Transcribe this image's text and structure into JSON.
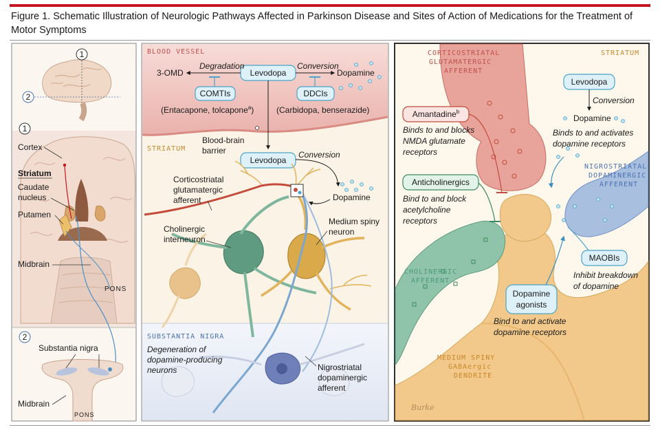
{
  "caption": "Figure 1. Schematic Illustration of Neurologic Pathways Affected in Parkinson Disease and Sites of Action of Medications for the Treatment of Motor Symptoms",
  "left_panel": {
    "marker_1": "1",
    "marker_2": "2",
    "cortex": "Cortex",
    "striatum": "Striatum",
    "caudate_1": "Caudate",
    "caudate_2": "nucleus",
    "putamen": "Putamen",
    "midbrain": "Midbrain",
    "pons": "PONS",
    "substantia_nigra": "Substantia nigra",
    "midbrain_2": "Midbrain",
    "pons_2": "PONS"
  },
  "middle_panel": {
    "blood_vessel": "BLOOD VESSEL",
    "levodopa": "Levodopa",
    "degradation": "Degradation",
    "conversion": "Conversion",
    "omd": "3-OMD",
    "dopamine": "Dopamine",
    "comtis": "COMTIs",
    "ddcis": "DDCIs",
    "comtis_drugs": "(Entacapone, tolcapone",
    "comtis_sup": "a",
    "comtis_close": ")",
    "ddcis_drugs": "(Carbidopa, benserazide)",
    "bbb_1": "Blood-brain",
    "bbb_2": "barrier",
    "striatum": "STRIATUM",
    "levodopa_2": "Levodopa",
    "conversion_2": "Conversion",
    "dopamine_2": "Dopamine",
    "cortico_1": "Corticostriatal",
    "cortico_2": "glutamatergic",
    "cortico_3": "afferent",
    "msn_1": "Medium spiny",
    "msn_2": "neuron",
    "chol_1": "Cholinergic",
    "chol_2": "interneuron",
    "sn_header": "SUBSTANTIA NIGRA",
    "degen_1": "Degeneration of",
    "degen_2": "dopamine-producing",
    "degen_3": "neurons",
    "nigro_1": "Nigrostriatal",
    "nigro_2": "dopaminergic",
    "nigro_3": "afferent"
  },
  "right_panel": {
    "cga_1": "CORTICOSTRIATAL",
    "cga_2": "GLUTAMATERGIC",
    "cga_3": "AFFERENT",
    "striatum": "STRIATUM",
    "levodopa": "Levodopa",
    "conversion": "Conversion",
    "dopamine": "Dopamine",
    "dr_1": "Binds to and activates",
    "dr_2": "dopamine receptors",
    "amantadine": "Amantadine",
    "amantadine_sup": "b",
    "aman_1": "Binds to and blocks",
    "aman_2": "NMDA glutamate",
    "aman_3": "receptors",
    "anticholinergics": "Anticholinergics",
    "ac_1": "Bind to and block",
    "ac_2": "acetylcholine",
    "ac_3": "receptors",
    "nda_1": "NIGROSTRIATAL",
    "nda_2": "DOPAMINERGIC",
    "nda_3": "AFFERENT",
    "chol_1": "CHOLINERGIC",
    "chol_2": "AFFERENT",
    "maobis": "MAOBIs",
    "maobi_1": "Inhibit breakdown",
    "maobi_2": "of dopamine",
    "da_agonists_1": "Dopamine",
    "da_agonists_2": "agonists",
    "daa_1": "Bind to and activate",
    "daa_2": "dopamine receptors",
    "msd_1": "MEDIUM SPINY",
    "msd_2": "GABAergic",
    "msd_3": "DENDRITE",
    "signature": "Burke"
  },
  "colors": {
    "rule": "#c4161c",
    "red_neuron": "#e8a39a",
    "green_neuron": "#8fc4ab",
    "blue_neuron": "#a9bfe0",
    "dendrite": "#f2c98a",
    "vessel": "#f0c7c2",
    "pill_fill": "#dff1f8",
    "pill_stroke": "#4aa3c9"
  }
}
